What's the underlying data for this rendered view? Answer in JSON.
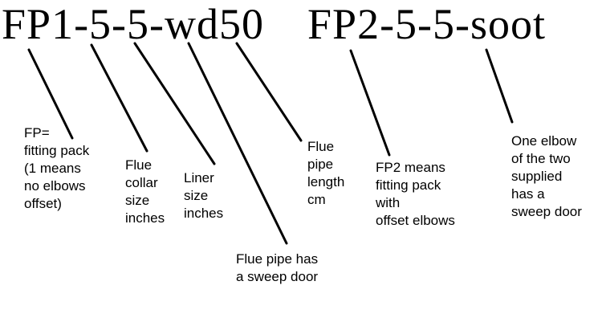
{
  "codes": {
    "left": "FP1-5-5-wd50",
    "right": "FP2-5-5-soot"
  },
  "annotations": {
    "fitting_pack": "FP=\nfitting pack\n(1 means\nno elbows\noffset)",
    "flue_collar": "Flue\ncollar\nsize\ninches",
    "liner_size": "Liner\nsize\ninches",
    "sweep_door": "Flue pipe has\na sweep door",
    "pipe_length": "Flue\npipe\nlength\ncm",
    "fp2_offset": "FP2 means\nfitting pack\nwith\noffset elbows",
    "one_elbow": "One elbow\nof the two\nsupplied\nhas a\nsweep door"
  }
}
